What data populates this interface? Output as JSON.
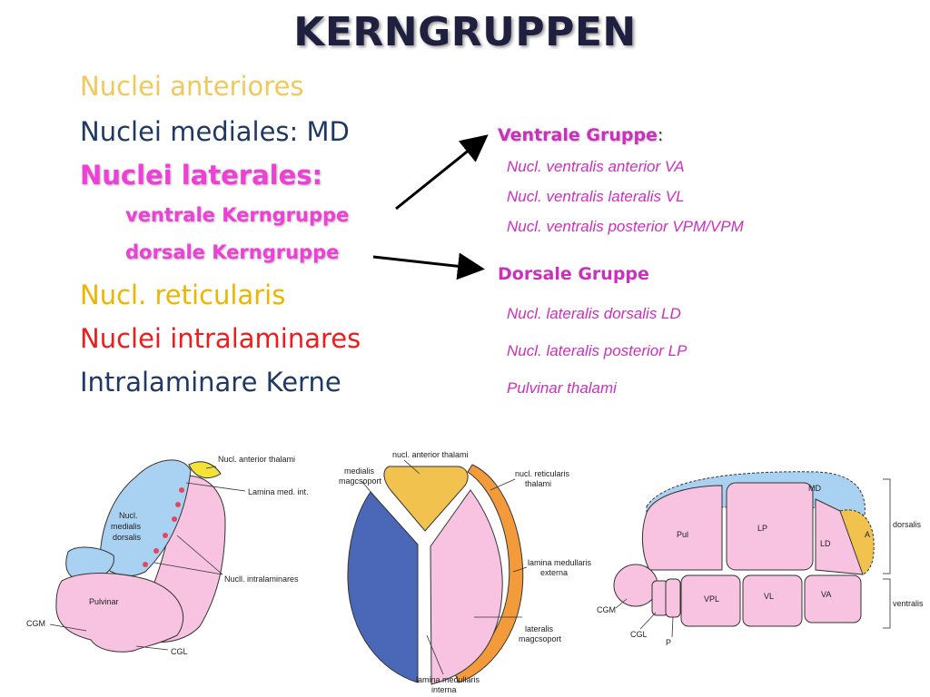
{
  "title": "KERNGRUPPEN",
  "left_list": {
    "anteriores": "Nuclei anteriores",
    "mediales": "Nuclei mediales: MD",
    "laterales": "Nuclei laterales:",
    "ventrale": "ventrale Kerngruppe",
    "dorsale": "dorsale Kerngruppe",
    "reticularis": "Nucl. reticularis",
    "intralaminares": "Nuclei intralaminares",
    "intralaminare_kerne": "Intralaminare Kerne"
  },
  "right_list": {
    "ventral_heading": "Ventrale Gruppe",
    "ventral_colon": ":",
    "ventral_items": [
      "Nucl. ventralis anterior  VA",
      "Nucl. ventralis lateralis  VL",
      "Nucl. ventralis  posterior VPM/VPM"
    ],
    "dorsal_heading": "Dorsale Gruppe",
    "dorsal_items": [
      "Nucl. lateralis dorsalis  LD",
      "Nucl. lateralis posterior  LP",
      "Pulvinar thalami"
    ]
  },
  "diagram_left": {
    "anterior": "Nucl. anterior thalami",
    "lamina": "Lamina med. int.",
    "medialis_1": "Nucl.",
    "medialis_2": "medialis",
    "medialis_3": "dorsalis",
    "intralaminares": "Nucll. intralaminares",
    "pulvinar": "Pulvinar",
    "cgm": "CGM",
    "cgl": "CGL"
  },
  "diagram_middle": {
    "anterior": "nucl. anterior thalami",
    "medialis_1": "medialis",
    "medialis_2": "magcsoport",
    "reticularis_1": "nucl. reticularis",
    "reticularis_2": "thalami",
    "externa_1": "lamina medullaris",
    "externa_2": "externa",
    "lateralis_1": "lateralis",
    "lateralis_2": "magcsoport",
    "interna_1": "lamina medullaris",
    "interna_2": "interna"
  },
  "diagram_right": {
    "md": "MD",
    "pul": "Pul",
    "lp": "LP",
    "ld": "LD",
    "a": "A",
    "vpl": "VPL",
    "vl": "VL",
    "va": "VA",
    "cgm": "CGM",
    "cgl": "CGL",
    "p": "P",
    "dorsalis": "dorsalis",
    "ventralis": "ventralis"
  },
  "colors": {
    "title": "#1f1f3f",
    "anteriores": "#f2c85b",
    "mediales": "#1f3864",
    "laterales": "#ee3fd6",
    "reticularis": "#f0b400",
    "intralaminares": "#ee1c1c",
    "intralaminare_kerne": "#1f3864",
    "right_text": "#cc2fbf",
    "pink": "#f7c3e0",
    "blue_light": "#a9d1f2",
    "blue_dark": "#4a67b8",
    "yellow": "#f2c24e",
    "orange": "#f39a3a"
  }
}
